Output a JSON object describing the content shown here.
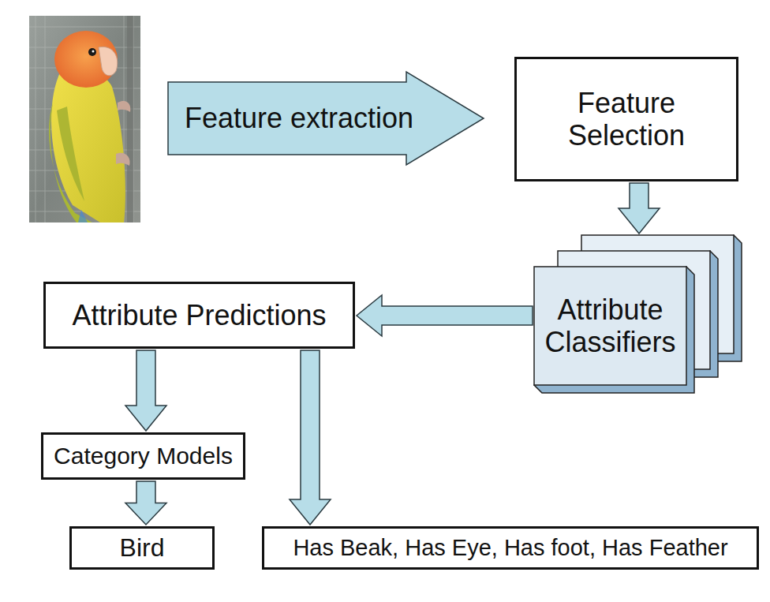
{
  "diagram": {
    "nodes": [
      {
        "text": [
          "Feature extraction"
        ]
      },
      {
        "text": [
          "Feature Selection"
        ]
      },
      {
        "text": [
          "Attribute Classifiers"
        ]
      },
      {
        "text": [
          "Attribute Predictions"
        ]
      },
      {
        "text": [
          "Category Models"
        ]
      },
      {
        "text": [
          "Bird"
        ]
      },
      {
        "text": [
          "Has Beak, Has Eye, Has foot, Has Feather"
        ]
      }
    ],
    "edges": [
      {
        "from": 1,
        "to": 2,
        "arrow": "to"
      },
      {
        "from": 2,
        "to": 3,
        "arrow": "to"
      },
      {
        "from": 3,
        "to": 4,
        "arrow": "to"
      },
      {
        "from": 4,
        "to": 5,
        "arrow": "to"
      },
      {
        "from": 3,
        "to": 6,
        "arrow": "to"
      }
    ]
  }
}
